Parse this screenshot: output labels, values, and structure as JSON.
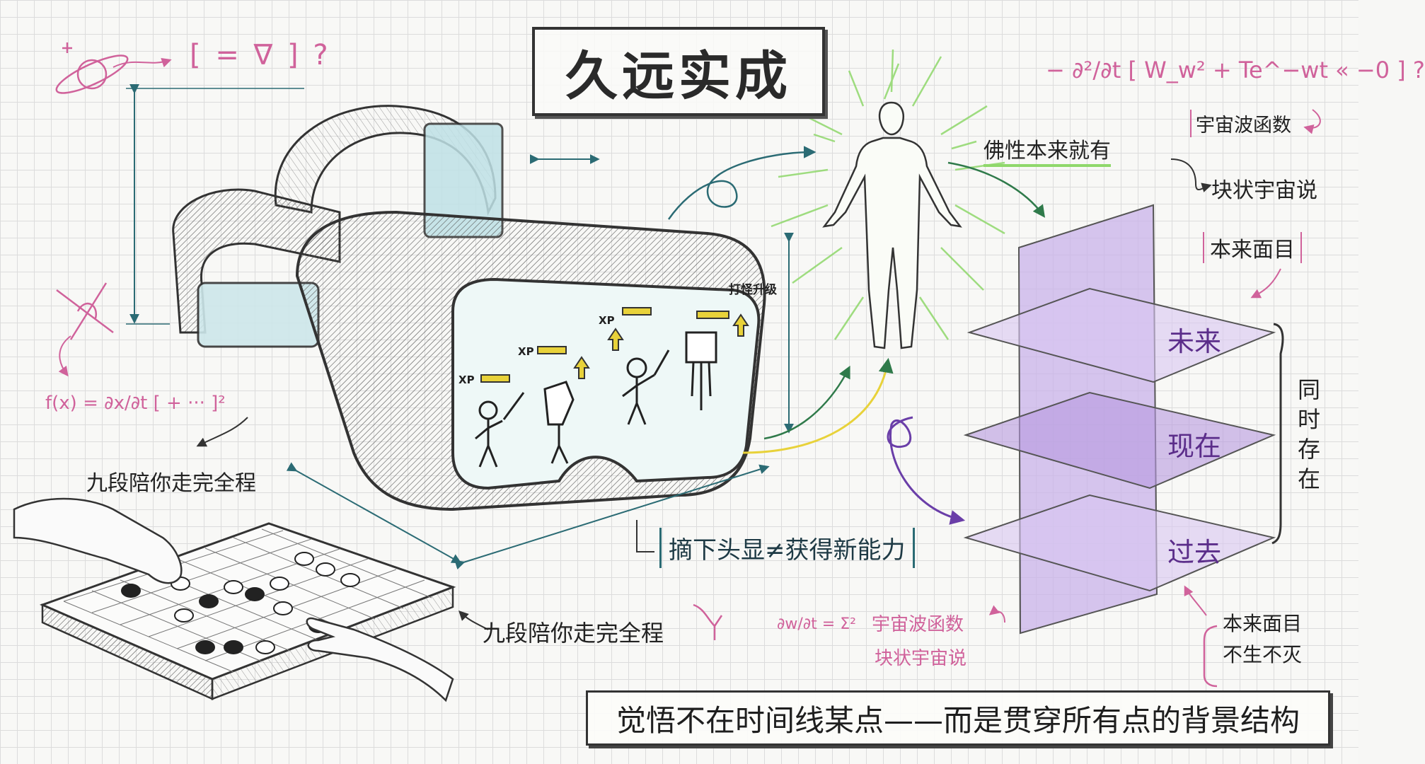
{
  "title": "久远实成",
  "vr": {
    "screen_label": "打怪升级",
    "xp": "XP"
  },
  "labels": {
    "nine_dan_top": "九段陪你走完全程",
    "nine_dan_bottom": "九段陪你走完全程",
    "remove_headset": "摘下头显≠获得新能力",
    "buddha_nature": "佛性本来就有",
    "universe_wave_top": "宇宙波函数",
    "block_universe_top": "块状宇宙说",
    "original_face_top": "本来面目",
    "future": "未来",
    "present": "现在",
    "past": "过去",
    "coexist": "同时存在",
    "original_face_bottom": "本来面目",
    "unborn_undying": "不生不灭",
    "universe_wave_bottom": "宇宙波函数",
    "block_universe_bottom": "块状宇宙说",
    "conclusion": "觉悟不在时间线某点——而是贯穿所有点的背景结构"
  },
  "formulas": {
    "top_left": "[ = ∇ ] ?",
    "left_mid": "f(x) = ∂x/∂t [ + ··· ]²",
    "top_right": "− ∂²/∂t [ W_w² + Te^−wt « −0 ] ?",
    "bottom_mid": "∂w/∂t = Σ²"
  },
  "colors": {
    "pink": "#d0629b",
    "teal": "#2b6b74",
    "purple": "#8e6cc4",
    "green": "#8fd86b",
    "yellow": "#e8d23a"
  }
}
